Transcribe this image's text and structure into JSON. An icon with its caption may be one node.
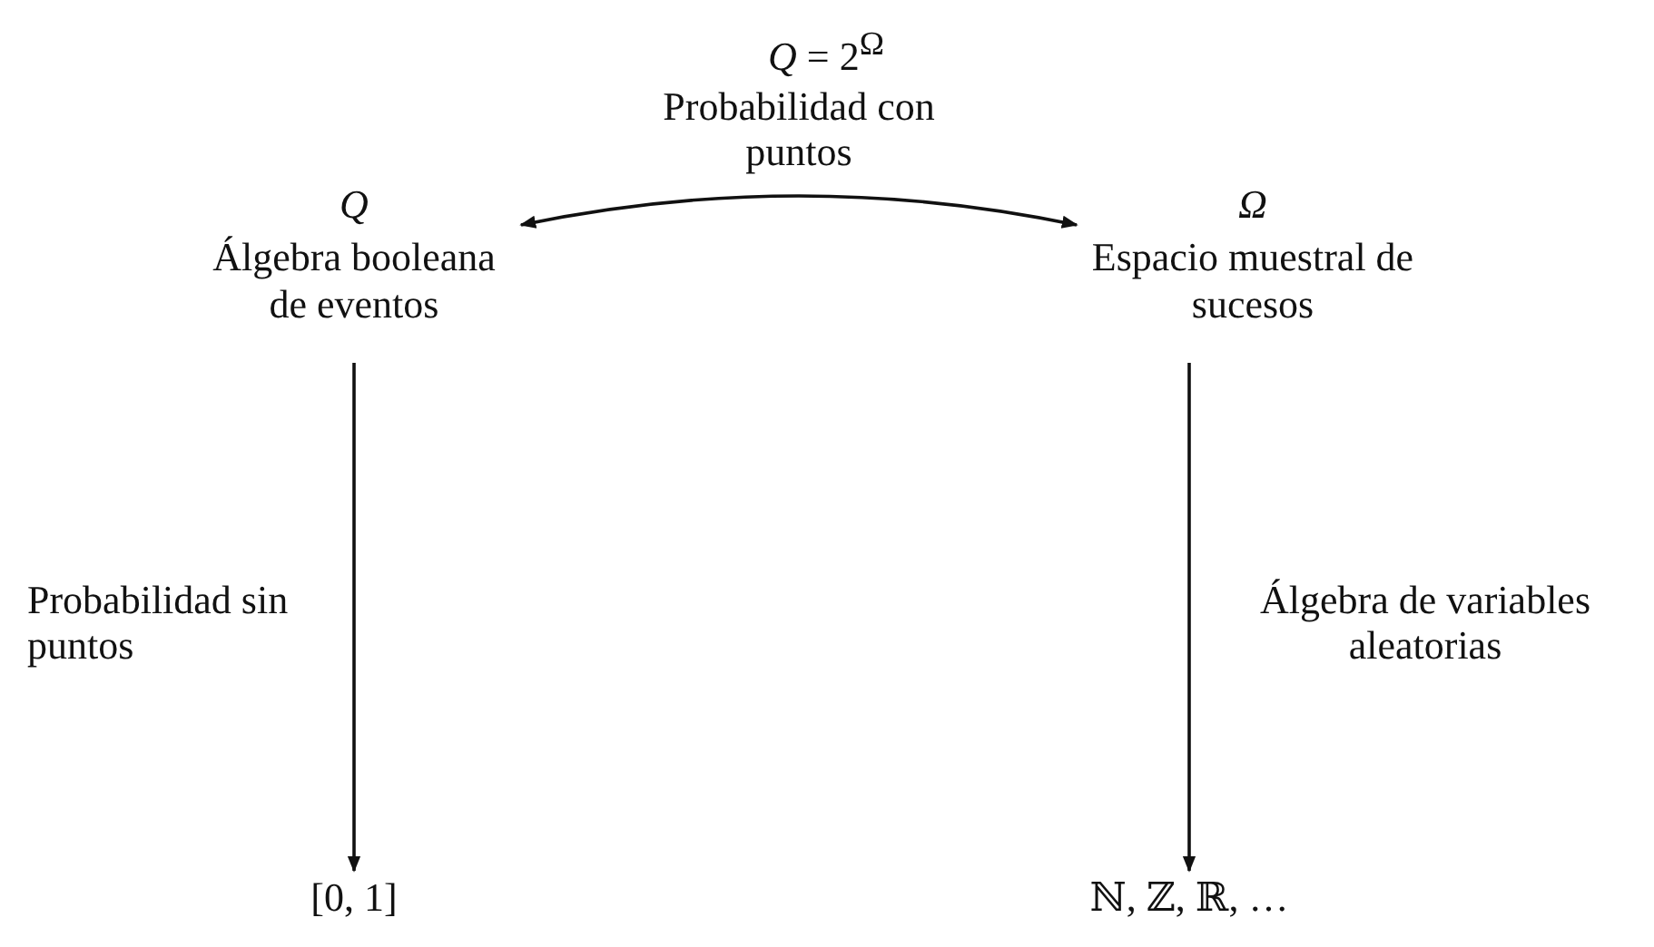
{
  "diagram": {
    "nodes": [
      {
        "text": [
          "Q",
          "Álgebra booleana de eventos"
        ]
      },
      {
        "text": [
          "Ω",
          "Espacio muestral de sucesos"
        ]
      },
      {
        "text": [
          "[0, 1]"
        ]
      },
      {
        "text": [
          "ℕ, ℤ, ℝ, …"
        ]
      }
    ],
    "edges": [
      {
        "from": 0,
        "to": 1,
        "arrow": "both",
        "label": "Probabilidad con puntos"
      },
      {
        "from": 0,
        "to": 2,
        "arrow": "to",
        "label": "Probabilidad sin puntos"
      },
      {
        "from": 1,
        "to": 3,
        "arrow": "to",
        "label": "Álgebra de variables aleatorias"
      }
    ],
    "labels": [
      "*Q* = 2$^{Ω}$"
    ]
  }
}
